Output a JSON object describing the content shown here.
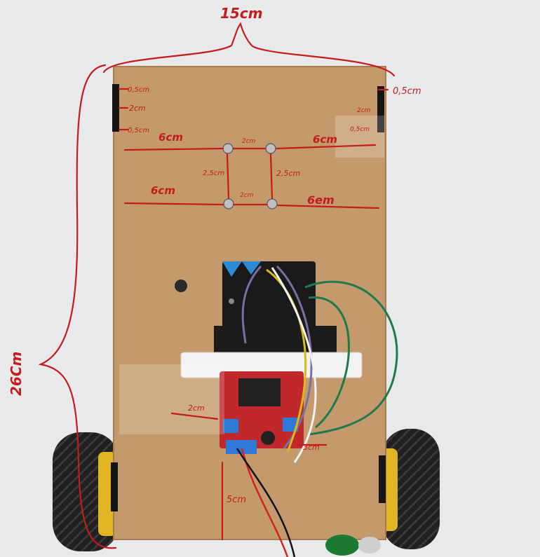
{
  "measurements": {
    "total_width": "15cm",
    "total_length": "26Cm",
    "slot_top_gap_left": "0,5cm",
    "slot_height_left": "2cm",
    "slot_bottom_gap_left": "0,5cm",
    "slot_top_gap_right": "0,5cm",
    "slot_height_right": "2cm",
    "slot_bottom_gap_right": "0,5cm",
    "top_left_offset": "6cm",
    "top_right_offset": "6cm",
    "top_hole_spacing": "2cm",
    "left_hole_vertical": "2,5cm",
    "right_hole_vertical": "2,5cm",
    "bottom_left_offset": "6cm",
    "bottom_right_offset": "6em",
    "bottom_hole_spacing": "2cm",
    "driver_left_offset": "2cm",
    "driver_right_offset": "3cm",
    "front_offset": "5cm"
  },
  "colors": {
    "background": "#e8e9eb",
    "board": "#c49a6c",
    "annotation_ink": "#c41b1b",
    "microbit": "#1a1a1a",
    "driver_board": "#c0282c",
    "wire_green": "#1e7a4d",
    "wire_purple": "#7b6fa0",
    "wire_yellow": "#d9b81a",
    "wire_white": "#f2f2f2"
  }
}
